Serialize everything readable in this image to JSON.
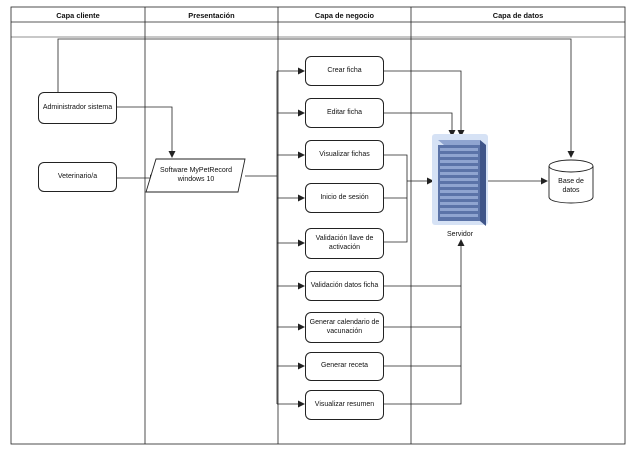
{
  "lanes": [
    {
      "title": "Capa cliente"
    },
    {
      "title": "Presentación"
    },
    {
      "title": "Capa de negocio"
    },
    {
      "title": "Capa de datos"
    }
  ],
  "client": {
    "admin": "Administrador sistema",
    "vet": "Veterinario/a"
  },
  "presentation": {
    "software": "Software MyPetRecord windows 10"
  },
  "processes": [
    {
      "label": "Crear ficha"
    },
    {
      "label": "Editar ficha"
    },
    {
      "label": "Visualizar fichas"
    },
    {
      "label": "Inicio de sesión"
    },
    {
      "label": "Validación llave de activación"
    },
    {
      "label": "Validación datos ficha"
    },
    {
      "label": "Generar calendario de vacunación"
    },
    {
      "label": "Generar receta"
    },
    {
      "label": "Visualizar resumen"
    }
  ],
  "data_layer": {
    "server": "Servidor",
    "database": "Base de datos"
  },
  "colors": {
    "line": "#222222",
    "server_body": "#5b73a8",
    "server_slot": "#8fa4d0",
    "server_glow": "#d6e2f5"
  }
}
